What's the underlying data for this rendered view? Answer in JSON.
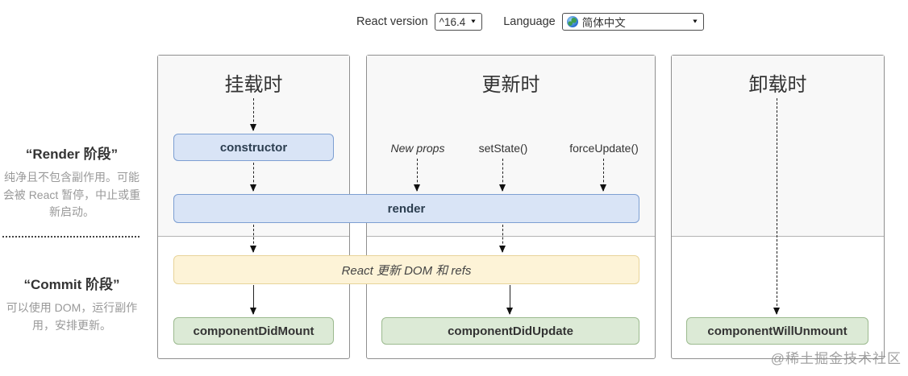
{
  "header": {
    "react_version_label": "React version",
    "react_version_value": "^16.4",
    "language_label": "Language",
    "language_value": "简体中文"
  },
  "sidebar": {
    "render_phase": {
      "title": "“Render 阶段”",
      "description": "纯净且不包含副作用。可能会被 React 暂停，中止或重新启动。"
    },
    "commit_phase": {
      "title": "“Commit 阶段”",
      "description": "可以使用 DOM，运行副作用，安排更新。"
    }
  },
  "columns": {
    "mount": {
      "title": "挂载时"
    },
    "update": {
      "title": "更新时",
      "triggers": [
        "New props",
        "setState()",
        "forceUpdate()"
      ]
    },
    "unmount": {
      "title": "卸载时"
    }
  },
  "lifecycle": {
    "constructor": "constructor",
    "render": "render",
    "dom_update": "React 更新 DOM 和 refs",
    "component_did_mount": "componentDidMount",
    "component_did_update": "componentDidUpdate",
    "component_will_unmount": "componentWillUnmount"
  },
  "watermark": "@稀土掘金技术社区",
  "colors": {
    "blue_bg": "#d9e4f6",
    "blue_border": "#7d9fd2",
    "green_bg": "#dcead6",
    "green_border": "#9cba8f",
    "yellow_bg": "#fdf3d7",
    "yellow_border": "#e8d49a",
    "panel_bg": "#f8f8f8",
    "panel_border": "#8f8f8f"
  }
}
